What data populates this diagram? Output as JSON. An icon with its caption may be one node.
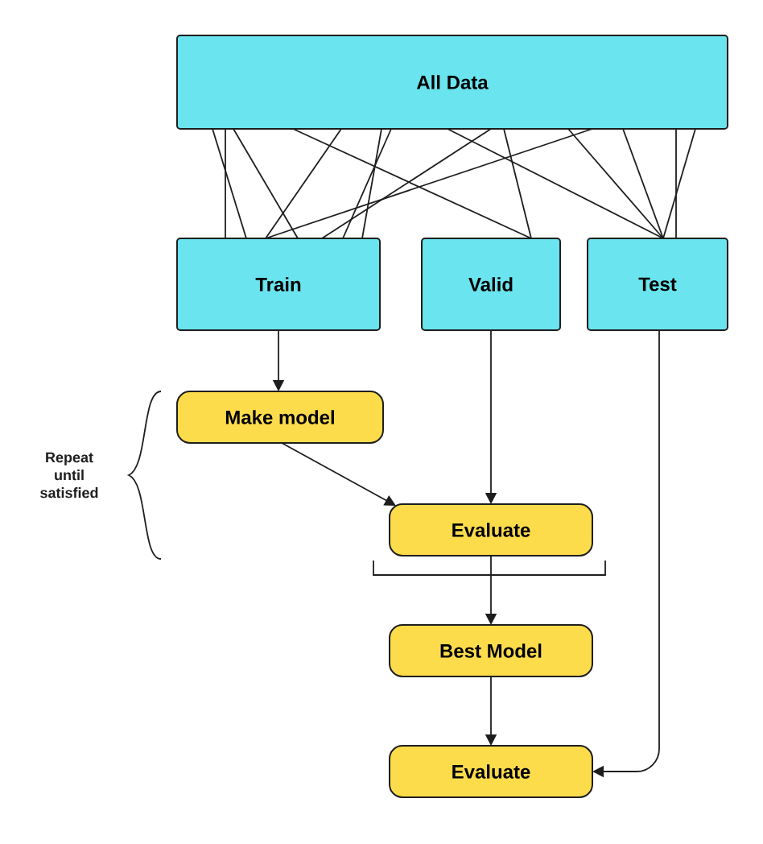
{
  "diagram": {
    "nodes": [
      {
        "text": [
          "All Data"
        ]
      },
      {
        "text": [
          "Train"
        ]
      },
      {
        "text": [
          "Valid"
        ]
      },
      {
        "text": [
          "Test"
        ]
      },
      {
        "text": [
          "Make model"
        ]
      },
      {
        "text": [
          "Evaluate"
        ]
      },
      {
        "text": [
          "Best Model"
        ]
      },
      {
        "text": [
          "Evaluate"
        ]
      }
    ],
    "edges": [
      {
        "from": 0,
        "to": 1,
        "arrow": "none"
      },
      {
        "from": 0,
        "to": 1,
        "arrow": "none"
      },
      {
        "from": 0,
        "to": 1,
        "arrow": "none"
      },
      {
        "from": 0,
        "to": 2,
        "arrow": "none"
      },
      {
        "from": 0,
        "to": 1,
        "arrow": "none"
      },
      {
        "from": 0,
        "to": 1,
        "arrow": "none"
      },
      {
        "from": 0,
        "to": 1,
        "arrow": "none"
      },
      {
        "from": 0,
        "to": 3,
        "arrow": "none"
      },
      {
        "from": 0,
        "to": 1,
        "arrow": "none"
      },
      {
        "from": 0,
        "to": 2,
        "arrow": "none"
      },
      {
        "from": 0,
        "to": 3,
        "arrow": "none"
      },
      {
        "from": 0,
        "to": 1,
        "arrow": "none"
      },
      {
        "from": 0,
        "to": 3,
        "arrow": "none"
      },
      {
        "from": 0,
        "to": 3,
        "arrow": "none"
      },
      {
        "from": 0,
        "to": 3,
        "arrow": "none"
      },
      {
        "from": 1,
        "to": 4,
        "arrow": "to"
      },
      {
        "from": 2,
        "to": 5,
        "arrow": "to"
      },
      {
        "from": 4,
        "to": 5,
        "arrow": "to"
      },
      {
        "from": 5,
        "to": 6,
        "arrow": "to"
      },
      {
        "from": 6,
        "to": 7,
        "arrow": "to"
      },
      {
        "from": 3,
        "to": 7,
        "arrow": "to"
      }
    ],
    "labels": [
      "Repeat until satisfied"
    ]
  }
}
